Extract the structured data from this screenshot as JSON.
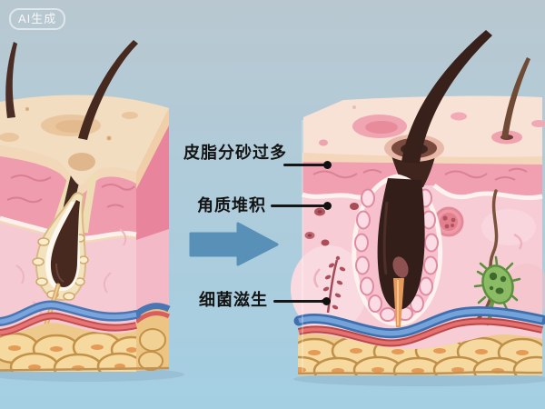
{
  "badge": {
    "text": "AI生成"
  },
  "callouts": [
    {
      "text": "皮脂分砂过多",
      "points_to": "excess sebum in epidermis of right block"
    },
    {
      "text": "角质堆积",
      "points_to": "keratin plugs in dermis of right block"
    },
    {
      "text": "细菌滋生",
      "points_to": "bacteria colony in dermis of right block"
    }
  ],
  "arrow": {
    "direction": "right",
    "color": "#5890b8"
  },
  "icons": [
    "arrow-right-icon",
    "green-bacterium-icon",
    "red-bacteria-colony-icon"
  ],
  "palette": {
    "background_top": "#b9c8d0",
    "background_bottom": "#a4cfe3",
    "label_text": "#141414",
    "leader_line": "#161616",
    "badge_text": "rgba(255,255,255,0.85)",
    "skin_surface_left": "#f3ddc1",
    "skin_surface_right": "#f8e1d5",
    "epidermis_pink": "#f0a0b0",
    "dermis_pink": "#f8ccd5",
    "fat_yellow": "#f6d99f",
    "vessel_blue": "#4a76b4",
    "vessel_red": "#e06565",
    "hair_brown": "#42261e",
    "follicle_plug": "#341e19",
    "bacteria_green": "#8cbb66",
    "bacteria_red": "#a84c56"
  }
}
